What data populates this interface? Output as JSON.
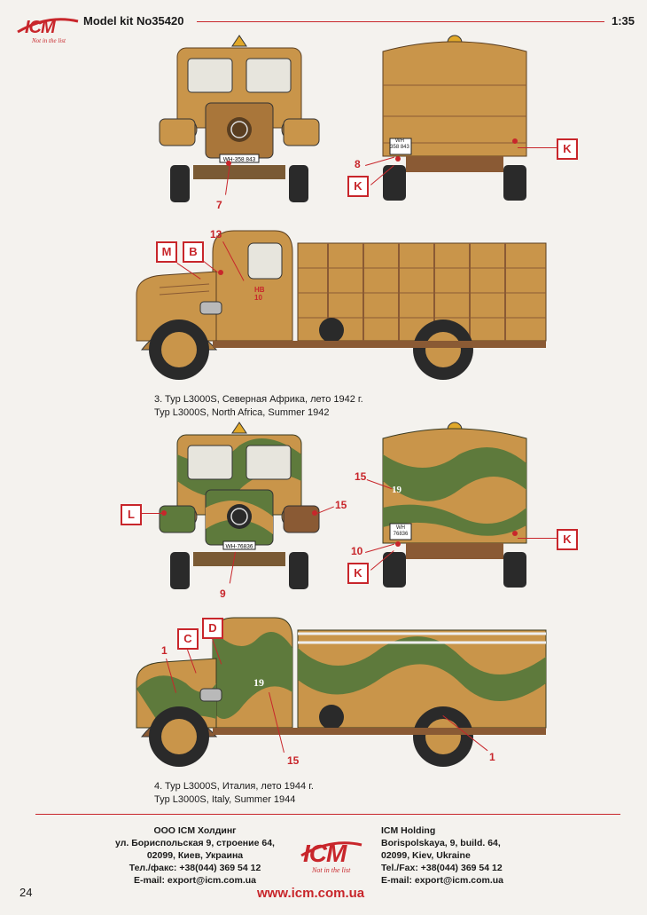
{
  "header": {
    "logo": "ICM",
    "tagline": "Not in the list",
    "kit_label": "Model kit No35420",
    "scale": "1:35"
  },
  "scheme3": {
    "caption_ru": "3. Typ L3000S, Северная Африка, лето 1942 г.",
    "caption_en": "Typ L3000S, North Africa, Summer 1942",
    "plate_front": "WH-358 843",
    "plate_rear": "WH\n358 843",
    "labels": {
      "K_right": "K",
      "K_left": "K",
      "M": "M",
      "B": "B"
    },
    "numbers": {
      "n7": "7",
      "n8": "8",
      "n13": "13"
    },
    "door_marking": "HB\n10"
  },
  "scheme4": {
    "caption_ru": "4. Typ L3000S, Италия, лето 1944 г.",
    "caption_en": "Typ L3000S, Italy, Summer 1944",
    "plate_front": "WH-76836",
    "plate_rear": "WH\n76836",
    "labels": {
      "L": "L",
      "K_right": "K",
      "K_left": "K",
      "C": "C",
      "D": "D"
    },
    "numbers": {
      "n15a": "15",
      "n15b": "15",
      "n15c": "15",
      "n10": "10",
      "n9": "9",
      "n1a": "1",
      "n1b": "1"
    },
    "door_number": "19",
    "rear_number": "19"
  },
  "footer": {
    "ru": [
      "ООО ICM Холдинг",
      "ул. Бориспольская 9, строение 64,",
      "02099, Киев, Украина",
      "Тел./факс: +38(044) 369 54 12",
      "E-mail: export@icm.com.ua"
    ],
    "en": [
      "ICM Holding",
      "Borispolskaya, 9, build. 64,",
      "02099, Kiev, Ukraine",
      "Tel./Fax: +38(044) 369 54 12",
      "E-mail: export@icm.com.ua"
    ],
    "logo": "ICM",
    "tagline": "Not in the list",
    "website": "www.icm.com.ua",
    "page_number": "24"
  },
  "colors": {
    "accent": "#c8262b",
    "sand": "#c9954a",
    "sand_dark": "#a9763a",
    "green": "#5e7a3c",
    "brown": "#8a5a34"
  }
}
